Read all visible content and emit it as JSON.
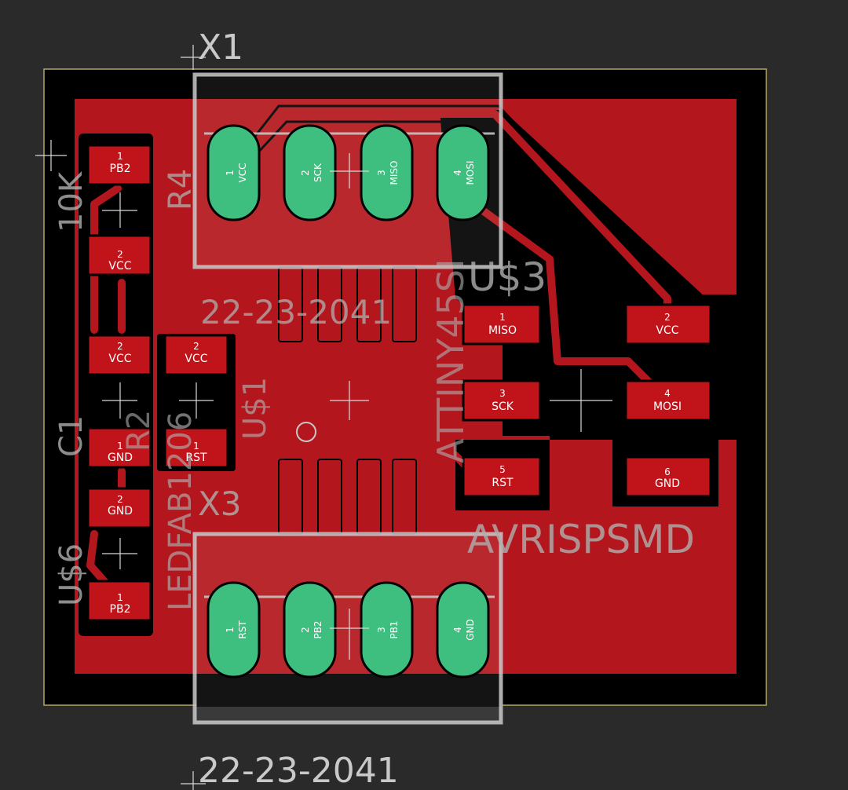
{
  "board": {
    "colors": {
      "background": "#2a2a2a",
      "board_fill": "#000000",
      "board_outline": "#b8a860",
      "copper": "#b3161c",
      "copper_dark": "#8d1014",
      "pad": "#c0141a",
      "through_hole": "#3fbf7f",
      "silkscreen": "#c9c9c9",
      "package_outline": "#c8c8c8"
    }
  },
  "silk": {
    "x1": "X1",
    "x3": "X3",
    "r4": "R4",
    "r4_value": "10K",
    "c1": "C1",
    "us1": "U$1",
    "us3": "U$3",
    "us6": "U$6",
    "attiny": "ATTINY45SI",
    "part_top": "22-23-2041",
    "part_bottom": "22-23-2041",
    "led": "LEDFAB1206",
    "r2": "R2",
    "avrisp": "AVRISPSMD"
  },
  "header_top": {
    "pins": [
      {
        "num": "1",
        "name": "VCC"
      },
      {
        "num": "2",
        "name": "SCK"
      },
      {
        "num": "3",
        "name": "MISO"
      },
      {
        "num": "4",
        "name": "MOSI"
      }
    ]
  },
  "header_bottom": {
    "pins": [
      {
        "num": "1",
        "name": "RST"
      },
      {
        "num": "2",
        "name": "PB2"
      },
      {
        "num": "3",
        "name": "PB1"
      },
      {
        "num": "4",
        "name": "GND"
      }
    ]
  },
  "isp": {
    "pads": [
      {
        "num": "1",
        "name": "MISO"
      },
      {
        "num": "2",
        "name": "VCC"
      },
      {
        "num": "3",
        "name": "SCK"
      },
      {
        "num": "4",
        "name": "MOSI"
      },
      {
        "num": "5",
        "name": "RST"
      },
      {
        "num": "6",
        "name": "GND"
      }
    ]
  },
  "left_pads": {
    "r4_p1": {
      "num": "1",
      "name": "PB2"
    },
    "r4_p2": {
      "num": "2",
      "name": "VCC"
    },
    "c1_p2": {
      "num": "2",
      "name": "VCC"
    },
    "c1_p1": {
      "num": "1",
      "name": "GND"
    },
    "r2_p2": {
      "num": "2",
      "name": "VCC"
    },
    "r2_p1": {
      "num": "1",
      "name": "RST"
    },
    "led_p2": {
      "num": "2",
      "name": "GND"
    },
    "led_p1": {
      "num": "1",
      "name": "PB2"
    }
  }
}
